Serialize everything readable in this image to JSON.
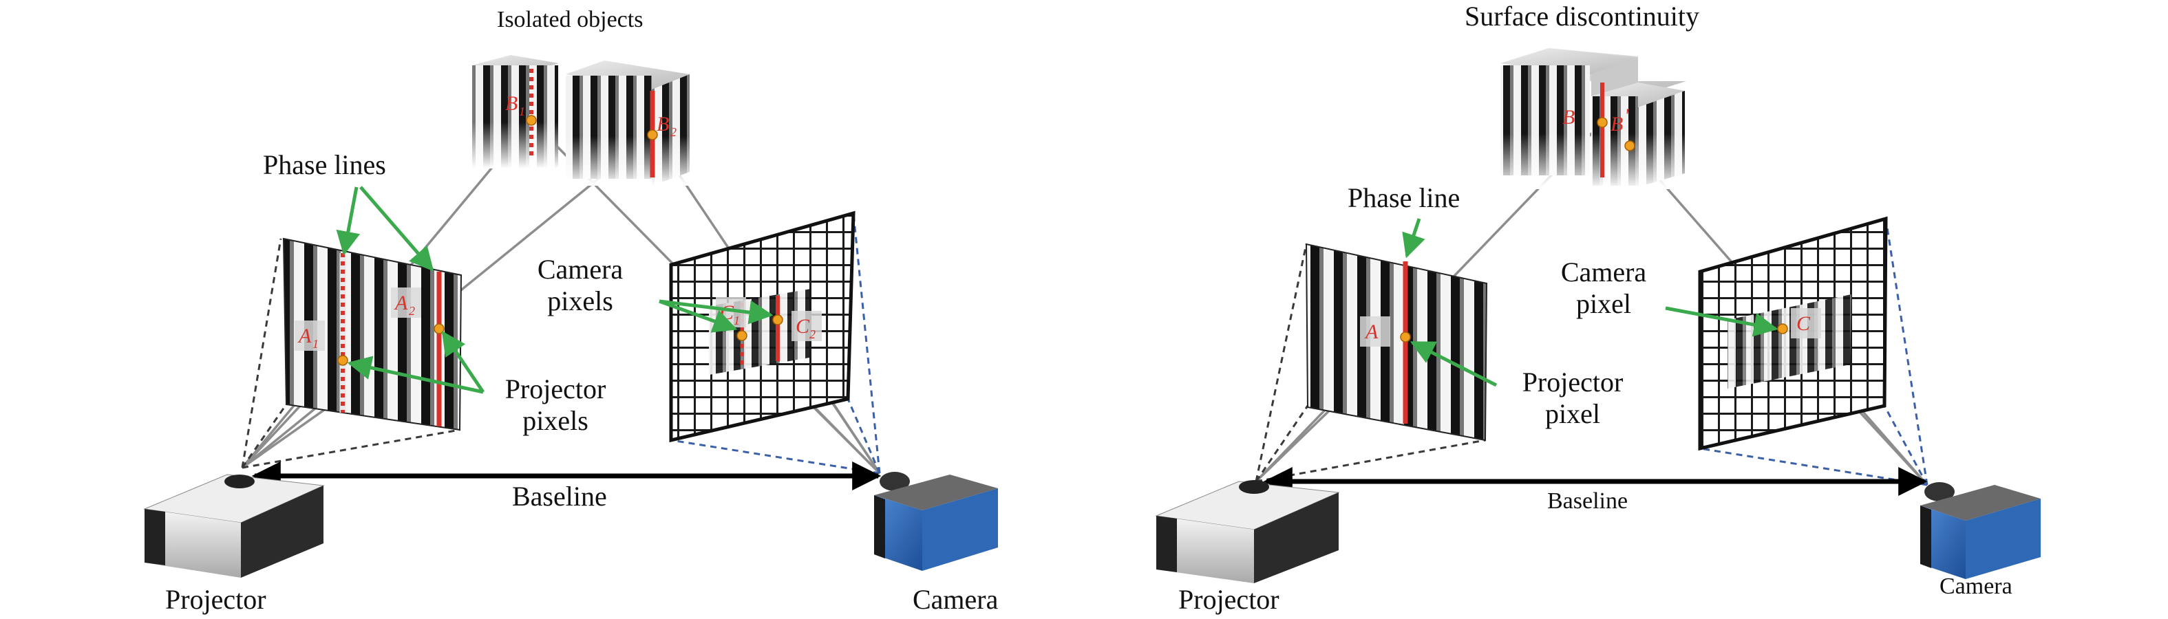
{
  "left_panel": {
    "title": "Isolated objects",
    "phase_lines_label": "Phase lines",
    "camera_pixels_label": [
      "Camera",
      "pixels"
    ],
    "projector_pixels_label": [
      "Projector",
      "pixels"
    ],
    "baseline_label": "Baseline",
    "projector_label": "Projector",
    "camera_label": "Camera",
    "points": {
      "b1": "B",
      "b1_sub": "1",
      "b2": "B",
      "b2_sub": "2",
      "a1": "A",
      "a1_sub": "1",
      "a2": "A",
      "a2_sub": "2",
      "c1": "C",
      "c1_sub": "1",
      "c2": "C",
      "c2_sub": "2"
    }
  },
  "right_panel": {
    "title": "Surface discontinuity",
    "phase_line_label": "Phase line",
    "camera_pixel_label": [
      "Camera",
      "pixel"
    ],
    "projector_pixel_label": [
      "Projector",
      "pixel"
    ],
    "baseline_label": "Baseline",
    "projector_label": "Projector",
    "camera_label": "Camera",
    "points": {
      "b": "B",
      "b_prime": "B",
      "b_prime_sup": "'",
      "a": "A",
      "c": "C"
    }
  },
  "colors": {
    "fringe_dark": "#111111",
    "fringe_light": "#f4f4f4",
    "phase_line": "#d8322a",
    "pointer_arrow": "#3aaa4c",
    "ray": "#888888",
    "camera_body": "#2f68b5",
    "projector_body": "#cfcfcf",
    "pixel_dot": "#f0a020"
  }
}
